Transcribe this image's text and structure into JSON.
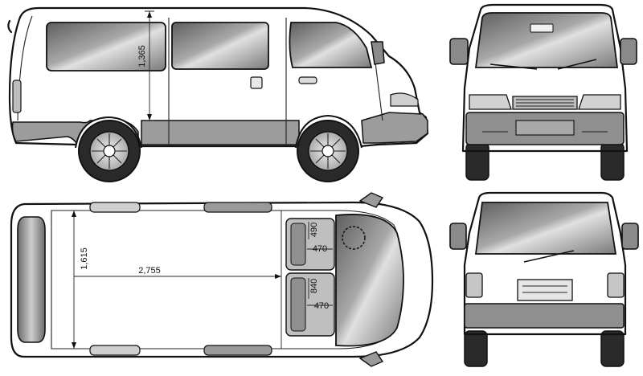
{
  "dimensions": {
    "height": "1,365",
    "width": "1,615",
    "length": "2,755",
    "seat_upper_depth": "490",
    "seat_upper_width": "470",
    "seat_lower_depth": "840",
    "seat_lower_width": "470"
  },
  "colors": {
    "outline": "#111111",
    "glass_dark": "#6f6f6f",
    "glass_light": "#d8d8d8",
    "body_light": "#f4f4f4",
    "body_grey": "#9a9a9a",
    "tire": "#2a2a2a"
  }
}
